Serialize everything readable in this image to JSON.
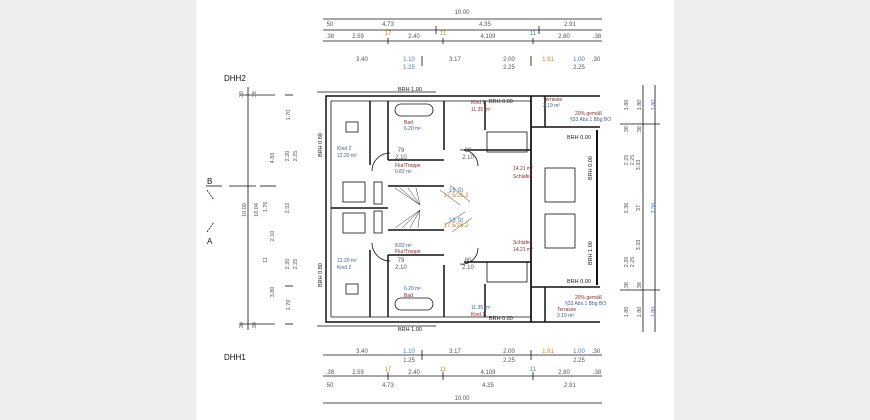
{
  "labels": {
    "dhh2": "DHH2",
    "dhh1": "DHH1",
    "section_b": "B",
    "section_a": "A"
  },
  "top_dims": {
    "total": "10.00",
    "row1": [
      "50",
      "4.73",
      "4.35",
      "2.91"
    ],
    "row2": [
      ".38",
      "2.59",
      "17",
      "2.40",
      "11",
      "4.109",
      "11",
      "2.80",
      ".38"
    ],
    "row3": [
      "3.40",
      "1.10",
      "1.25",
      "3.17",
      "2.00",
      "2.25",
      "1.91",
      "1.00",
      "2.25",
      ".30"
    ]
  },
  "bottom_dims": {
    "total": "10.00",
    "row1": [
      "50",
      "4.73",
      "4.35",
      "2.91"
    ],
    "row2": [
      ".38",
      "2.59",
      "17",
      "2.40",
      "11",
      "4.109",
      "11",
      "2.80",
      ".38"
    ],
    "row3": [
      "3.40",
      "1.10",
      "1.25",
      "3.17",
      "2.00",
      "2.25",
      "1.91",
      "1.00",
      "2.25",
      ".30"
    ]
  },
  "left_dims": [
    "1.70",
    "4.83",
    "2.20",
    "2.25",
    "10.00",
    "10.04",
    "1.76",
    "2.52",
    "2.10",
    "11",
    "2.20",
    "2.25",
    "3.80",
    "1.70",
    ".30",
    ".38",
    ".38",
    ".30"
  ],
  "right_dims": [
    "1.80",
    "1.80",
    "1.80",
    ".38",
    ".38",
    "2.25",
    "2.25",
    "3.33",
    "2.36",
    "37",
    "7.50",
    "2.20",
    "2.25",
    "3.33",
    ".38",
    ".38",
    "1.80",
    "1.80",
    "1.80"
  ],
  "upper": {
    "kind2": {
      "name": "Kind 2",
      "area": "12.20 m²"
    },
    "bad": {
      "name": "Bad",
      "area": "6.20 m²"
    },
    "flur": {
      "name": "Flur/Treppe",
      "area": "0.82 m²"
    },
    "kind1": {
      "name": "Kind 1",
      "area": "11.35 m²"
    },
    "terrasse": {
      "name": "Terrasse",
      "area": "3.19 m²"
    },
    "note1": "20% gemäß",
    "note2": "§33 Abs.1 Bbg BO",
    "schlafen": {
      "name": "Schlafen",
      "area": "14.21 m²"
    },
    "brh_top": "BRH 1.00",
    "brh_kind1": "BRH 0.00",
    "brh_terr": "BRH 0.00",
    "brh_left": "BRH 0.80",
    "brh_right": "BRH 0.00",
    "door1": [
      "79",
      "2.10"
    ],
    "door2": [
      "80",
      "2.10"
    ],
    "stair": [
      "16 St",
      "17.5/26.2"
    ]
  },
  "lower": {
    "kind2": {
      "name": "Kind 2",
      "area": "12.20 m²"
    },
    "bad": {
      "name": "Bad",
      "area": "6.20 m²"
    },
    "flur": {
      "name": "Flur/Treppe",
      "area": "8.82 m²"
    },
    "kind1": {
      "name": "Kind 1",
      "area": "11.35 m²"
    },
    "terrasse": {
      "name": "Terrasse",
      "area": "3.19 m²"
    },
    "note1": "20% gemäß",
    "note2": "§33 Abs.1 Bbg BO",
    "schlafen": {
      "name": "Schlafen",
      "area": "14.21 m²"
    },
    "brh_bottom": "BRH 1.00",
    "brh_kind1": "BRH 0.00",
    "brh_terr": "BRH 0.00",
    "brh_left": "BRH 0.80",
    "brh_right": "BRH 1.00",
    "door1": [
      "79",
      "2.10"
    ],
    "door2": [
      "80",
      "2.10"
    ],
    "stair": [
      "16 St",
      "17.5/26.2"
    ]
  }
}
